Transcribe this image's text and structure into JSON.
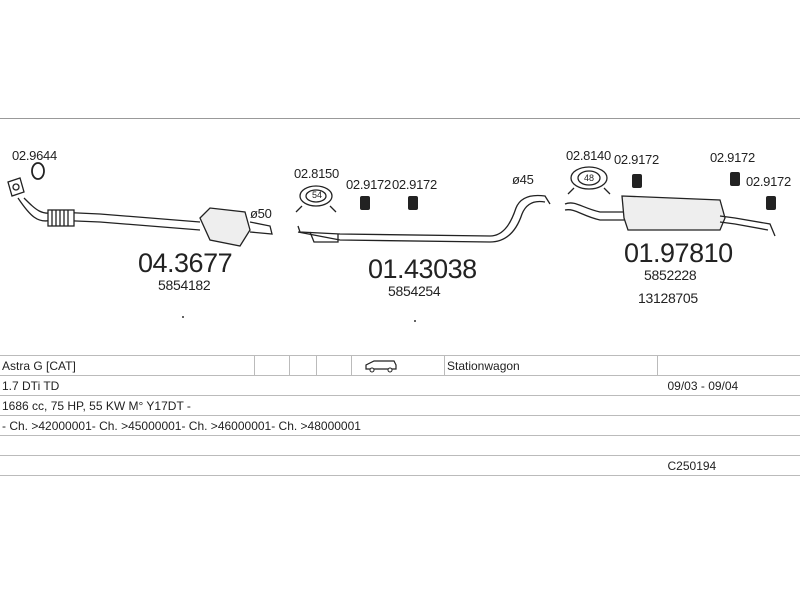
{
  "parts": {
    "clamp_left": "02.9644",
    "cat_code": "04.3677",
    "cat_oe": "5854182",
    "cat_diameter": "ø50",
    "mid_hanger": "02.8150",
    "mid_ring_size": "54",
    "mid_rubber_1": "02.9172",
    "mid_rubber_2": "02.9172",
    "mid_code": "01.43038",
    "mid_oe": "5854254",
    "mid_diameter": "ø45",
    "rear_hanger": "02.8140",
    "rear_ring_size": "48",
    "rear_rubber_1": "02.9172",
    "rear_rubber_2": "02.9172",
    "rear_rubber_3": "02.9172",
    "rear_code": "01.97810",
    "rear_oe_1": "5852228",
    "rear_oe_2": "13128705"
  },
  "info": {
    "model": "Astra G  [CAT]",
    "body_type": "Stationwagon",
    "engine": "1.7 DTi TD",
    "years": "09/03 - 09/04",
    "specs": "1686 cc, 75 HP, 55 KW M° Y17DT -",
    "chassis": "- Ch. >42000001- Ch. >45000001- Ch. >46000001- Ch. >48000001",
    "catalog_no": "C250194"
  }
}
